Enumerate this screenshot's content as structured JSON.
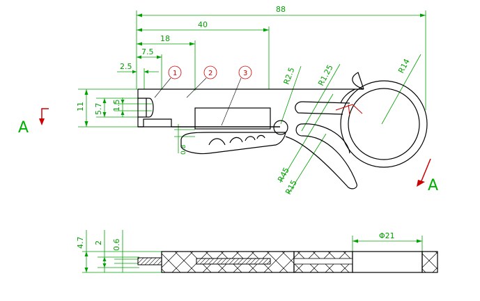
{
  "dimensions": {
    "overall_length": "88",
    "length_40": "40",
    "length_18": "18",
    "length_7_5": "7.5",
    "length_2_5": "2.5",
    "height_11": "11",
    "height_5_7": "5.7",
    "height_1_5": "1.5",
    "gap_0_8": "0.8",
    "radius_2_5": "R2.5",
    "radius_1_25": "R1.25",
    "radius_14": "R14",
    "radius_45": "R45",
    "radius_15": "R15",
    "thickness_4_7": "4.7",
    "thickness_2": "2",
    "thickness_0_6": "0.6",
    "diameter_21": "Φ21"
  },
  "callouts": [
    "1",
    "2",
    "3"
  ],
  "section_marks": {
    "left_letter": "A",
    "right_letter": "A"
  },
  "colors": {
    "dimension": "#00a000",
    "section": "#00b000",
    "callout": "#cc0000",
    "outline": "#000000"
  }
}
